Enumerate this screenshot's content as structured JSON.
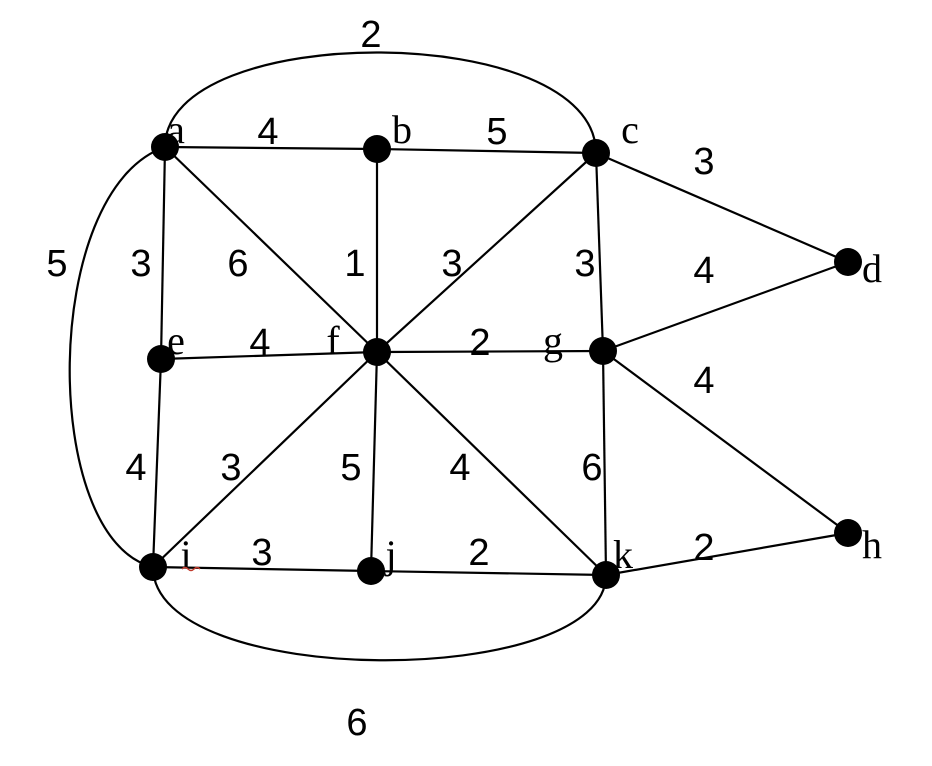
{
  "graph": {
    "vertices": [
      "a",
      "b",
      "c",
      "d",
      "e",
      "f",
      "g",
      "h",
      "i",
      "j",
      "k"
    ],
    "edges": [
      {
        "from": "a",
        "to": "b",
        "weight": "4"
      },
      {
        "from": "b",
        "to": "c",
        "weight": "5"
      },
      {
        "from": "a",
        "to": "c",
        "weight": "2"
      },
      {
        "from": "c",
        "to": "d",
        "weight": "3"
      },
      {
        "from": "a",
        "to": "e",
        "weight": "3"
      },
      {
        "from": "a",
        "to": "f",
        "weight": "6"
      },
      {
        "from": "b",
        "to": "f",
        "weight": "1"
      },
      {
        "from": "c",
        "to": "f",
        "weight": "3"
      },
      {
        "from": "c",
        "to": "g",
        "weight": "3"
      },
      {
        "from": "g",
        "to": "d",
        "weight": "4"
      },
      {
        "from": "a",
        "to": "i",
        "weight": "5"
      },
      {
        "from": "e",
        "to": "f",
        "weight": "4"
      },
      {
        "from": "f",
        "to": "g",
        "weight": "2"
      },
      {
        "from": "g",
        "to": "h",
        "weight": "4"
      },
      {
        "from": "e",
        "to": "i",
        "weight": "4"
      },
      {
        "from": "f",
        "to": "i",
        "weight": "3"
      },
      {
        "from": "f",
        "to": "j",
        "weight": "5"
      },
      {
        "from": "f",
        "to": "k",
        "weight": "4"
      },
      {
        "from": "g",
        "to": "k",
        "weight": "6"
      },
      {
        "from": "i",
        "to": "j",
        "weight": "3"
      },
      {
        "from": "j",
        "to": "k",
        "weight": "2"
      },
      {
        "from": "k",
        "to": "h",
        "weight": "2"
      },
      {
        "from": "i",
        "to": "k",
        "weight": "6"
      }
    ]
  }
}
